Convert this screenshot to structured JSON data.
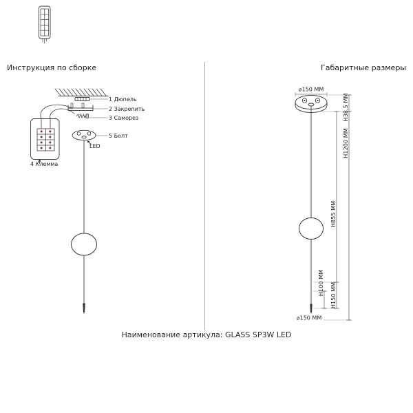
{
  "page": {
    "left_header": "Инструкция по сборке",
    "right_header": "Габаритные размеры",
    "footer": "Наименование артикула: GLASS SP3W LED"
  },
  "assembly": {
    "callout_1": "1 Дюпель",
    "callout_2": "2 Закрепить",
    "callout_3": "3 Саморез",
    "callout_5": "5 Болт",
    "callout_4": "4 Клемма",
    "led_label": "LED"
  },
  "dimensions": {
    "top_diameter": "⌀150 MM",
    "bottom_diameter": "⌀150 MM",
    "height_canopy": "H38.5 MM",
    "height_total": "H1200 MM",
    "height_cable": "H855 MM",
    "height_tip": "H100 MM",
    "height_bottom": "H150 MM"
  },
  "colors": {
    "line": "#3a3a3a",
    "dim_line": "#666666",
    "terminal_dot": "#7b2d26"
  }
}
